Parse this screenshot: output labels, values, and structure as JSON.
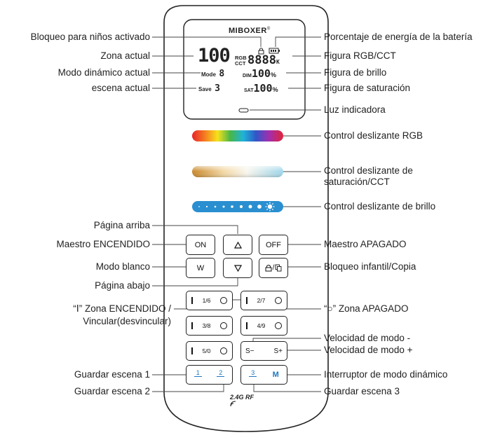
{
  "remote": {
    "brand": "MIBOXER",
    "brand_mark": "®",
    "lcd": {
      "zone_number": "100",
      "rgb_label": "RGB",
      "cct_label": "CCT",
      "rgb_cct_value": "8888",
      "rgb_cct_unit": "K",
      "mode_label": "Mode",
      "mode_value": "8",
      "dim_label": "DIM",
      "dim_value": "100",
      "dim_unit": "%",
      "save_label": "Save",
      "save_value": "3",
      "sat_label": "SAT",
      "sat_value": "100",
      "sat_unit": "%"
    },
    "buttons": {
      "on": "ON",
      "off": "OFF",
      "white": "W",
      "lock_copy": "/",
      "zone1_label": "1/6",
      "zone2_label": "2/7",
      "zone3_label": "3/8",
      "zone4_label": "4/9",
      "zone5_label": "5/0",
      "speed_minus": "S−",
      "speed_plus": "S+",
      "scene1": "1",
      "scene2": "2",
      "scene3": "3",
      "mode_switch": "M"
    },
    "footer": "2.4G RF"
  },
  "callouts": {
    "left": {
      "child_lock": "Bloqueo para niños activado",
      "current_zone": "Zona actual",
      "dynamic_mode": "Modo dinámico actual",
      "current_scene": "escena actual",
      "page_up": "Página arriba",
      "master_on": "Maestro ENCENDIDO",
      "white_mode": "Modo blanco",
      "page_down": "Página abajo",
      "zone_on_line1": "“Ⅰ” Zona ENCENDIDO /",
      "zone_on_line2": "Vincular(desvincular)",
      "save_scene_1": "Guardar escena 1",
      "save_scene_2": "Guardar escena 2"
    },
    "right": {
      "battery": "Porcentaje de energía de la batería",
      "rgb_cct_figure": "Figura RGB/CCT",
      "brightness_figure": "Figura de brillo",
      "saturation_figure": "Figura de saturación",
      "indicator": "Luz indicadora",
      "rgb_slider": "Control deslizante RGB",
      "sat_cct_slider_line1": "Control deslizante de",
      "sat_cct_slider_line2": "saturación/CCT",
      "brightness_slider": "Control deslizante de brillo",
      "master_off": "Maestro APAGADO",
      "lock_copy": "Bloqueo infantil/Copia",
      "zone_off": "“○” Zona APAGADO",
      "speed_minus": "Velocidad de modo -",
      "speed_plus": "Velocidad de modo +",
      "dynamic_switch": "Interruptor de modo dinámico",
      "save_scene_3": "Guardar escena 3"
    }
  },
  "colors": {
    "outline": "#222222",
    "line": "#555555",
    "accent_blue": "#1f77c0",
    "brightness_blue": "#2a8fd0"
  }
}
